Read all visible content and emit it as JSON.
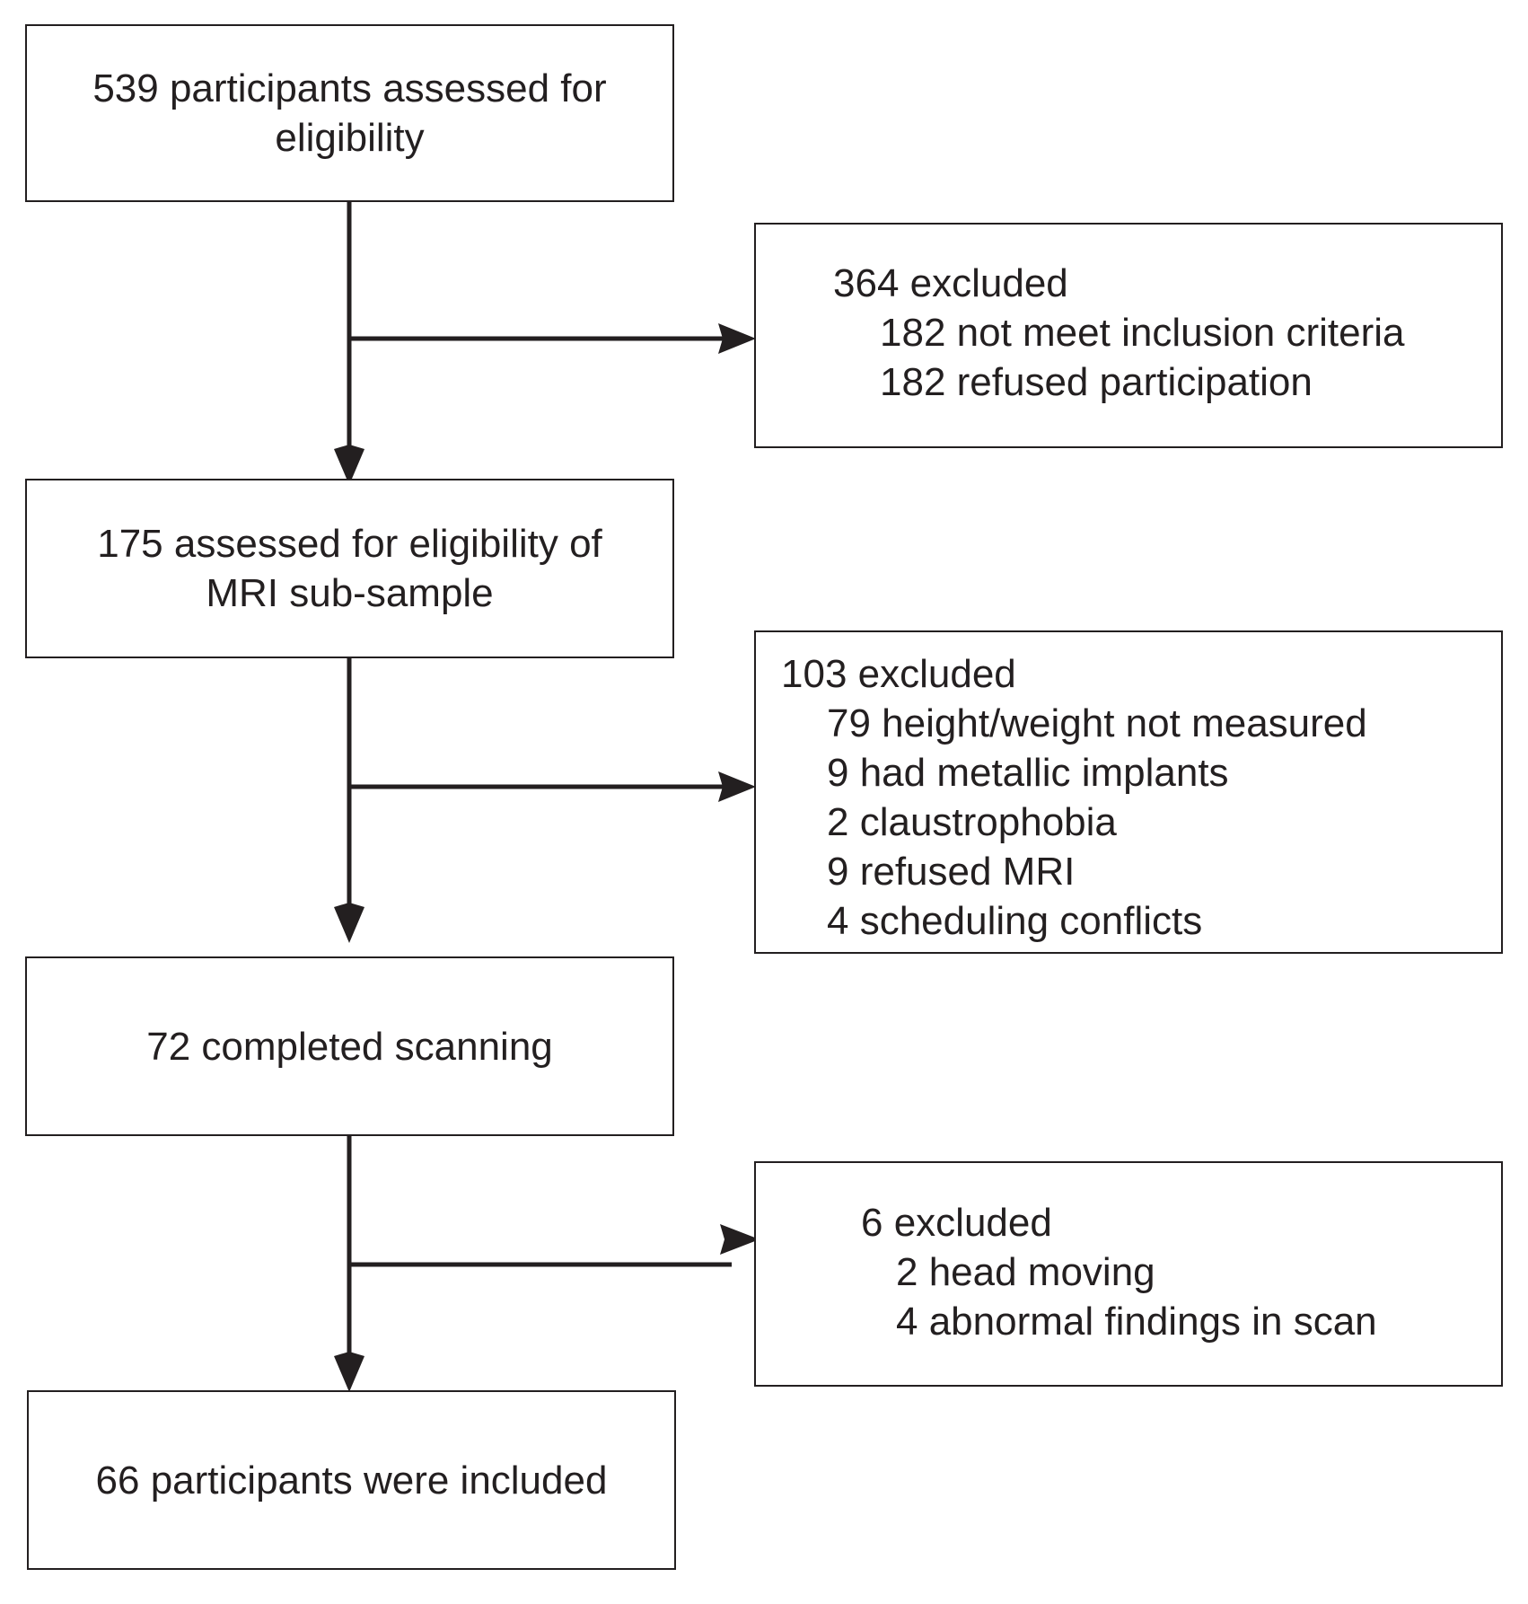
{
  "colors": {
    "line": "#231f20",
    "box_border": "#231f20",
    "text": "#231f20",
    "background": "#ffffff"
  },
  "flow": {
    "assessed": "539 participants assessed for eligibility",
    "mri_subsample": "175 assessed for eligibility of MRI sub-sample",
    "completed": "72 completed scanning",
    "included": "66 participants were included"
  },
  "exclusions": [
    {
      "title": "364 excluded",
      "items": [
        "182 not meet inclusion criteria",
        "182 refused participation"
      ]
    },
    {
      "title": "103 excluded",
      "items": [
        "79 height/weight not measured",
        "9 had metallic implants",
        "2 claustrophobia",
        "9 refused MRI",
        "4 scheduling conflicts"
      ]
    },
    {
      "title": "6 excluded",
      "items": [
        "2 head moving",
        "4 abnormal findings in scan"
      ]
    }
  ]
}
